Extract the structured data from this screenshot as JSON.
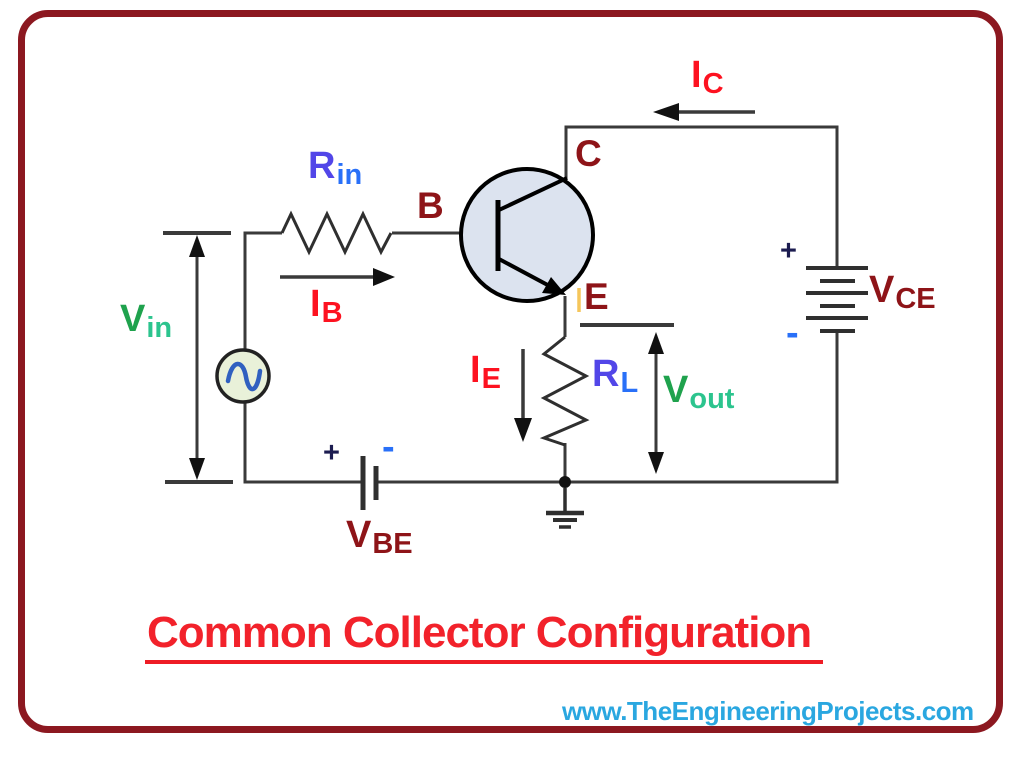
{
  "meta": {
    "type": "circuit-diagram"
  },
  "title": {
    "text": "Common Collector Configuration"
  },
  "website": {
    "text": "www.TheEngineeringProjects.com"
  },
  "colors": {
    "frame_border": "#8c1820",
    "wire": "#3a3a3a",
    "label_maroon": "#8e1418",
    "label_red": "#fd1220",
    "label_blue_main": "#5246e8",
    "label_blue_sub": "#2970f8",
    "label_green_main": "#1fa24d",
    "label_green_sub": "#2cc48e",
    "title_red": "#f2222b",
    "website_cyan": "#2aa7e0",
    "transistor_fill": "#dce3ef",
    "ac_source_fill": "#e9f1d9",
    "sine_blue": "#3060c0"
  },
  "labels": {
    "r_in": {
      "main": "R",
      "sub": "in"
    },
    "i_b": {
      "main": "I",
      "sub": "B"
    },
    "i_c": {
      "main": "I",
      "sub": "C"
    },
    "i_e": {
      "main": "I",
      "sub": "E"
    },
    "r_l": {
      "main": "R",
      "sub": "L"
    },
    "v_in": {
      "main": "V",
      "sub": "in"
    },
    "v_out": {
      "main": "V",
      "sub": "out"
    },
    "v_ce": {
      "main": "V",
      "sub": "CE"
    },
    "v_be": {
      "main": "V",
      "sub": "BE"
    },
    "terminal_base": "B",
    "terminal_collector": "C",
    "terminal_emitter": "E",
    "vce_plus": "+",
    "vce_minus": "-",
    "vbe_plus": "+",
    "vbe_minus": "-"
  },
  "icons": [
    "npn-transistor-icon",
    "ac-source-icon",
    "resistor-icon",
    "battery-icon",
    "ground-icon",
    "arrow-icon"
  ]
}
